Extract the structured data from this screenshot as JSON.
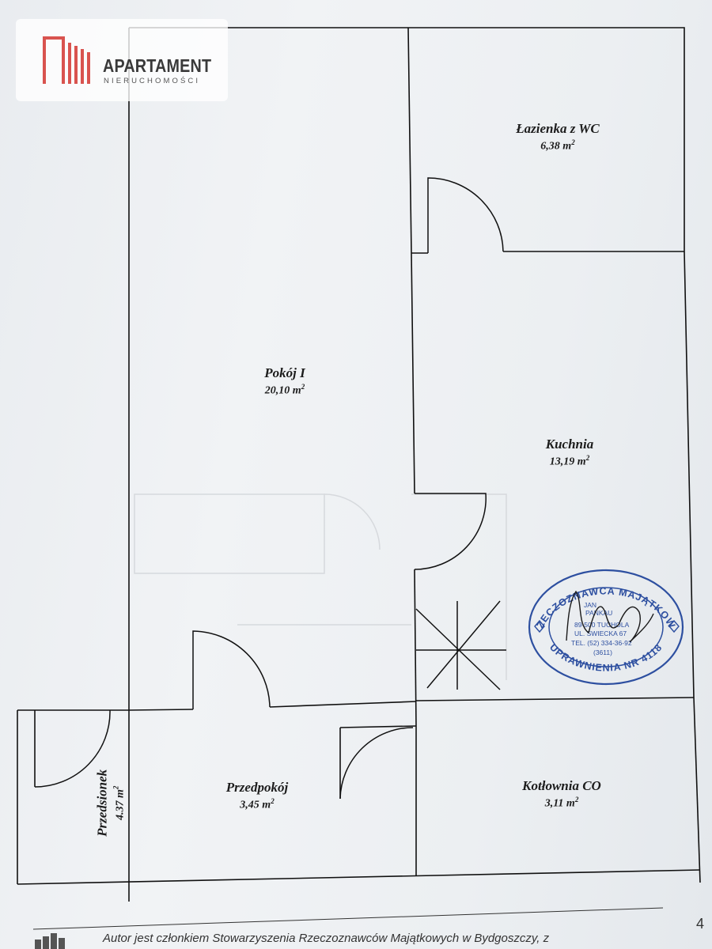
{
  "logo": {
    "title": "APARTAMENT",
    "subtitle": "NIERUCHOMOŚCI",
    "color": "#d9534f"
  },
  "rooms": [
    {
      "id": "pokoj",
      "name": "Pokój I",
      "area": "20,10 m",
      "unit_sup": "2"
    },
    {
      "id": "lazienka",
      "name": "Łazienka z WC",
      "area": "6,38 m",
      "unit_sup": "2"
    },
    {
      "id": "kuchnia",
      "name": "Kuchnia",
      "area": "13,19 m",
      "unit_sup": "2"
    },
    {
      "id": "przedpokoj",
      "name": "Przedpokój",
      "area": "3,45 m",
      "unit_sup": "2"
    },
    {
      "id": "kotlownia",
      "name": "Kotłownia CO",
      "area": "3,11 m",
      "unit_sup": "2"
    },
    {
      "id": "przedsionek",
      "name": "Przedsionek",
      "area": "4.37 m",
      "unit_sup": "2"
    }
  ],
  "stamp": {
    "ring_text": "RZECZOZNAWCA MAJĄTKOWY",
    "bottom_text": "UPRAWNIENIA NR 4118",
    "name_line1": "JAN",
    "name_line2": "PANKAU",
    "address1": "89-500 TUCHOLA",
    "address2": "UL. ŚWIECKA 67",
    "phone": "TEL. (52) 334-36-92",
    "code": "(3611)",
    "color": "#2d4fa0"
  },
  "page_number": "4",
  "footer": "Autor jest członkiem Stowarzyszenia Rzeczoznawców Majątkowych w Bydgoszczy, z"
}
